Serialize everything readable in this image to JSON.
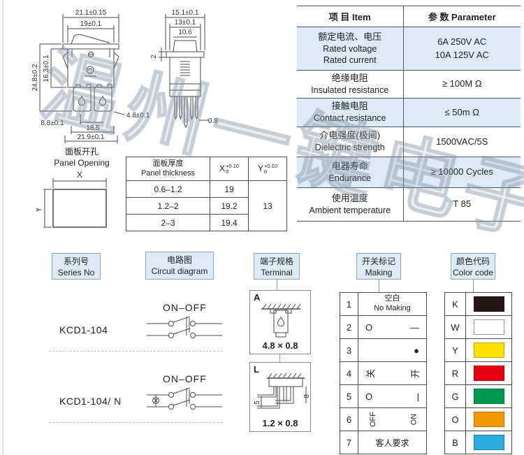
{
  "watermark": "温州一键电子",
  "front_view": {
    "dims": {
      "w_outer": "21.1±0.15",
      "w_inner": "19±0.1",
      "h_outer": "24.8±0.2",
      "h_body": "16.3±0.1",
      "pin_off": "8.8±0.1",
      "pin_span": "18.5",
      "w_bottom": "21.9±0.1",
      "term_w": "4.8±0.1"
    }
  },
  "side_view": {
    "dims": {
      "w_outer": "15.1±0.1",
      "w_inner": "13±0.1",
      "w_cap": "10.6",
      "flange_t": "2",
      "pin_t": "0.8"
    }
  },
  "panel_opening": {
    "title_cn": "面板开孔",
    "title_en": "Panel Opening",
    "x_label": "X",
    "y_label": "Y"
  },
  "panel_thickness_table": {
    "header_cn": "面板厚度",
    "header_en": "Panel thickness",
    "col_x": "X",
    "col_y": "Y",
    "tol_sup": "+0.10",
    "tol_sub": "0",
    "rows": [
      {
        "range": "0.6–1.2",
        "x": "19"
      },
      {
        "range": "1.2–2",
        "x": "19.2"
      },
      {
        "range": "2–3",
        "x": "19.4"
      }
    ],
    "y_value": "13"
  },
  "spec_table": {
    "header": {
      "item": "项 目  Item",
      "parameter": "参 数  Parameter"
    },
    "rows": [
      {
        "cn": "额定电流、电压",
        "en1": "Rated voltage",
        "en2": "Rated current",
        "v1": "6A  250V AC",
        "v2": "10A 125V AC"
      },
      {
        "cn": "绝缘电阻",
        "en1": "Insulated resistance",
        "v1": "≥ 100M Ω"
      },
      {
        "cn": "接触电阻",
        "en1": "Contact resistance",
        "v1": "≤ 50m Ω"
      },
      {
        "cn": "介电强度(极间)",
        "en1": "Dielectric strength",
        "v1": "1500VAC/5S"
      },
      {
        "cn": "电器寿命",
        "en1": "Endurance",
        "v1": "≥ 10000 Cycles"
      },
      {
        "cn": "使用温度",
        "en1": "Ambient temperature",
        "v1": "T 85"
      }
    ]
  },
  "sections": {
    "series": {
      "cn": "系列号",
      "en": "Series No"
    },
    "circuit": {
      "cn": "电路图",
      "en": "Circuit diagram"
    },
    "terminal": {
      "cn": "端子规格",
      "en": "Terminal"
    },
    "making": {
      "cn": "开关标记",
      "en": "Making"
    },
    "color": {
      "cn": "颜色代码",
      "en": "Color code"
    }
  },
  "series_rows": [
    {
      "model": "KCD1-104",
      "label": "ON–OFF"
    },
    {
      "model": "KCD1-104/ N",
      "label": "ON–OFF"
    }
  ],
  "terminal_specs": [
    {
      "tag": "A",
      "size": "4.8 × 0.8"
    },
    {
      "tag": "L",
      "size": "1.2 × 0.8",
      "dim_left": "5",
      "dim_right": "8"
    }
  ],
  "making_table": [
    {
      "num": "1",
      "line1": "空白",
      "line2": "No Making"
    },
    {
      "num": "2",
      "left": "O",
      "right": "—"
    },
    {
      "num": "3",
      "left": "",
      "right": "●"
    },
    {
      "num": "4",
      "left": "关",
      "right": "开"
    },
    {
      "num": "5",
      "left": "O",
      "right": "|"
    },
    {
      "num": "6",
      "left": "OFF",
      "right": "ON"
    },
    {
      "num": "7",
      "line1": "客人要求"
    }
  ],
  "color_code": [
    {
      "letter": "K",
      "hex": "#231815"
    },
    {
      "letter": "W",
      "hex": "#ffffff"
    },
    {
      "letter": "Y",
      "hex": "#ffe100"
    },
    {
      "letter": "R",
      "hex": "#e60012"
    },
    {
      "letter": "G",
      "hex": "#009950"
    },
    {
      "letter": "O",
      "hex": "#f39800"
    },
    {
      "letter": "B",
      "hex": "#29abe2"
    }
  ]
}
